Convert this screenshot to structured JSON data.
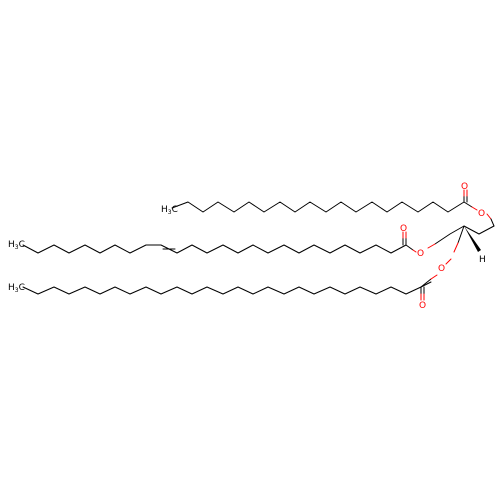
{
  "molecule": {
    "labels": {
      "ch3_top": {
        "main": "H",
        "sub": "3",
        "tail": "C"
      },
      "ch3_mid": {
        "main": "H",
        "sub": "3",
        "tail": "C"
      },
      "ch3_bot": {
        "main": "H",
        "sub": "3",
        "tail": "C"
      },
      "o_ester_top": "O",
      "o_carbonyl_top": "O",
      "o_ester_mid": "O",
      "o_carbonyl_mid": "O",
      "o_ester_bot": "O",
      "o_carbonyl_bot": "O",
      "h_stereo": "H"
    },
    "colors": {
      "carbon": "#000000",
      "oxygen": "#ff0000"
    }
  }
}
